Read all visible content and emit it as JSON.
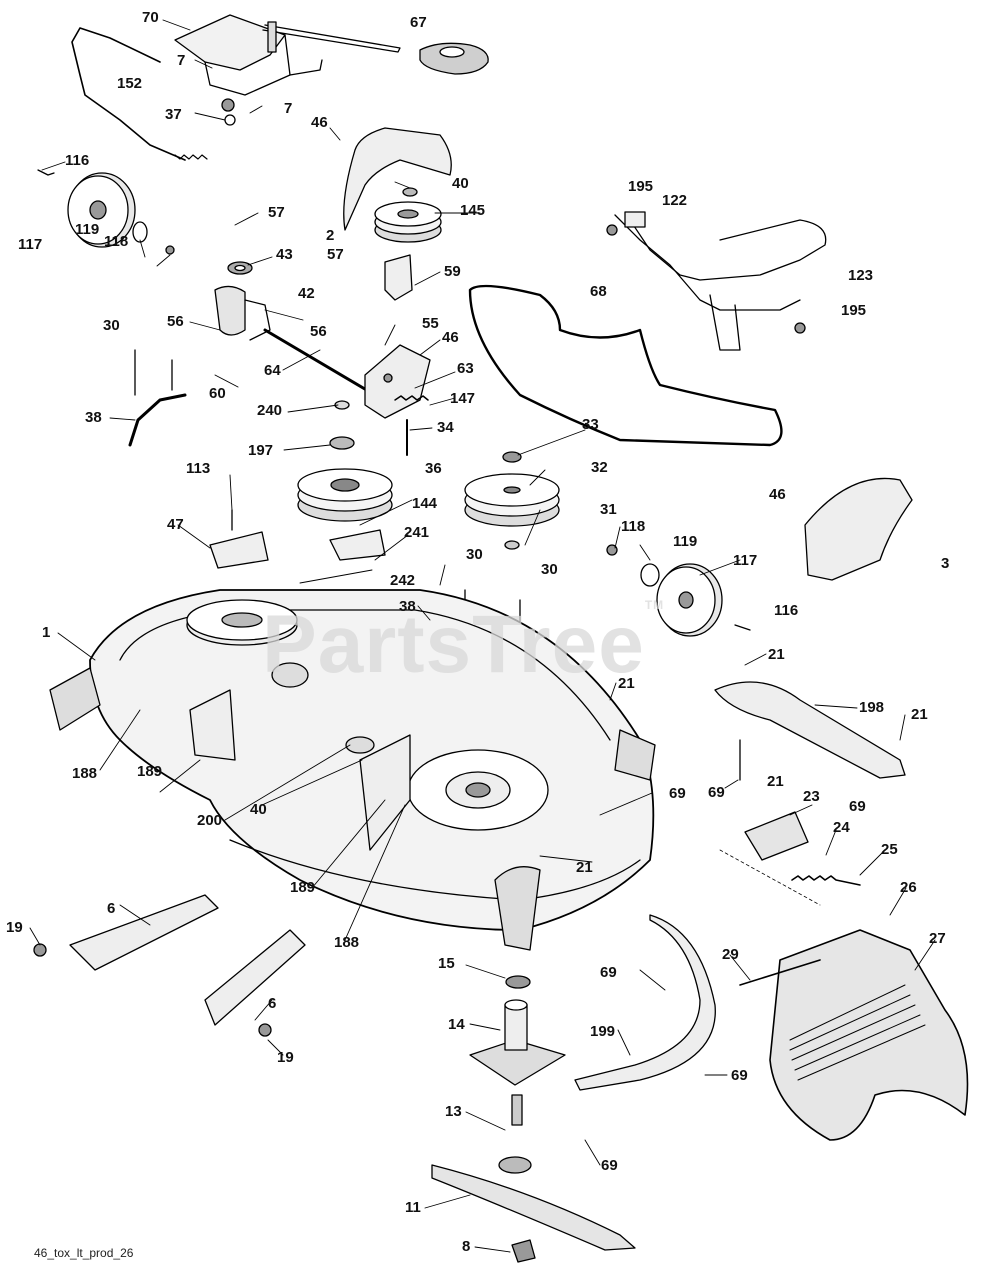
{
  "diagram": {
    "watermark": "PartsTree",
    "watermark_mark": "TM",
    "footer_code": "46_tox_lt_prod_26",
    "part_labels": [
      {
        "id": "70",
        "text": "70"
      },
      {
        "id": "67",
        "text": "67"
      },
      {
        "id": "7a",
        "text": "7"
      },
      {
        "id": "152",
        "text": "152"
      },
      {
        "id": "7b",
        "text": "7"
      },
      {
        "id": "37",
        "text": "37"
      },
      {
        "id": "46a",
        "text": "46"
      },
      {
        "id": "40a",
        "text": "40"
      },
      {
        "id": "116a",
        "text": "116"
      },
      {
        "id": "195a",
        "text": "195"
      },
      {
        "id": "122",
        "text": "122"
      },
      {
        "id": "145",
        "text": "145"
      },
      {
        "id": "57a",
        "text": "57"
      },
      {
        "id": "2",
        "text": "2"
      },
      {
        "id": "117a",
        "text": "117"
      },
      {
        "id": "119a",
        "text": "119"
      },
      {
        "id": "118a",
        "text": "118"
      },
      {
        "id": "43",
        "text": "43"
      },
      {
        "id": "57b",
        "text": "57"
      },
      {
        "id": "59",
        "text": "59"
      },
      {
        "id": "123",
        "text": "123"
      },
      {
        "id": "42",
        "text": "42"
      },
      {
        "id": "68",
        "text": "68"
      },
      {
        "id": "195b",
        "text": "195"
      },
      {
        "id": "30a",
        "text": "30"
      },
      {
        "id": "56a",
        "text": "56"
      },
      {
        "id": "56b",
        "text": "56"
      },
      {
        "id": "55",
        "text": "55"
      },
      {
        "id": "46b",
        "text": "46"
      },
      {
        "id": "64",
        "text": "64"
      },
      {
        "id": "63",
        "text": "63"
      },
      {
        "id": "60",
        "text": "60"
      },
      {
        "id": "147",
        "text": "147"
      },
      {
        "id": "240",
        "text": "240"
      },
      {
        "id": "38a",
        "text": "38"
      },
      {
        "id": "34",
        "text": "34"
      },
      {
        "id": "33",
        "text": "33"
      },
      {
        "id": "197",
        "text": "197"
      },
      {
        "id": "32",
        "text": "32"
      },
      {
        "id": "113",
        "text": "113"
      },
      {
        "id": "36",
        "text": "36"
      },
      {
        "id": "46c",
        "text": "46"
      },
      {
        "id": "144",
        "text": "144"
      },
      {
        "id": "47",
        "text": "47"
      },
      {
        "id": "31",
        "text": "31"
      },
      {
        "id": "241",
        "text": "241"
      },
      {
        "id": "118b",
        "text": "118"
      },
      {
        "id": "119b",
        "text": "119"
      },
      {
        "id": "3",
        "text": "3"
      },
      {
        "id": "30b",
        "text": "30"
      },
      {
        "id": "117b",
        "text": "117"
      },
      {
        "id": "30c",
        "text": "30"
      },
      {
        "id": "242",
        "text": "242"
      },
      {
        "id": "38b",
        "text": "38"
      },
      {
        "id": "116b",
        "text": "116"
      },
      {
        "id": "1",
        "text": "1"
      },
      {
        "id": "21a",
        "text": "21"
      },
      {
        "id": "21b",
        "text": "21"
      },
      {
        "id": "198",
        "text": "198"
      },
      {
        "id": "21c",
        "text": "21"
      },
      {
        "id": "188a",
        "text": "188"
      },
      {
        "id": "189a",
        "text": "189"
      },
      {
        "id": "200",
        "text": "200"
      },
      {
        "id": "40b",
        "text": "40"
      },
      {
        "id": "69a",
        "text": "69"
      },
      {
        "id": "69b",
        "text": "69"
      },
      {
        "id": "21d",
        "text": "21"
      },
      {
        "id": "23",
        "text": "23"
      },
      {
        "id": "69c",
        "text": "69"
      },
      {
        "id": "24",
        "text": "24"
      },
      {
        "id": "25",
        "text": "25"
      },
      {
        "id": "21e",
        "text": "21"
      },
      {
        "id": "189b",
        "text": "189"
      },
      {
        "id": "26",
        "text": "26"
      },
      {
        "id": "6a",
        "text": "6"
      },
      {
        "id": "19a",
        "text": "19"
      },
      {
        "id": "188b",
        "text": "188"
      },
      {
        "id": "27",
        "text": "27"
      },
      {
        "id": "15",
        "text": "15"
      },
      {
        "id": "29",
        "text": "29"
      },
      {
        "id": "69d",
        "text": "69"
      },
      {
        "id": "6b",
        "text": "6"
      },
      {
        "id": "14",
        "text": "14"
      },
      {
        "id": "199",
        "text": "199"
      },
      {
        "id": "19b",
        "text": "19"
      },
      {
        "id": "69e",
        "text": "69"
      },
      {
        "id": "13",
        "text": "13"
      },
      {
        "id": "69f",
        "text": "69"
      },
      {
        "id": "11",
        "text": "11"
      },
      {
        "id": "8",
        "text": "8"
      }
    ]
  }
}
